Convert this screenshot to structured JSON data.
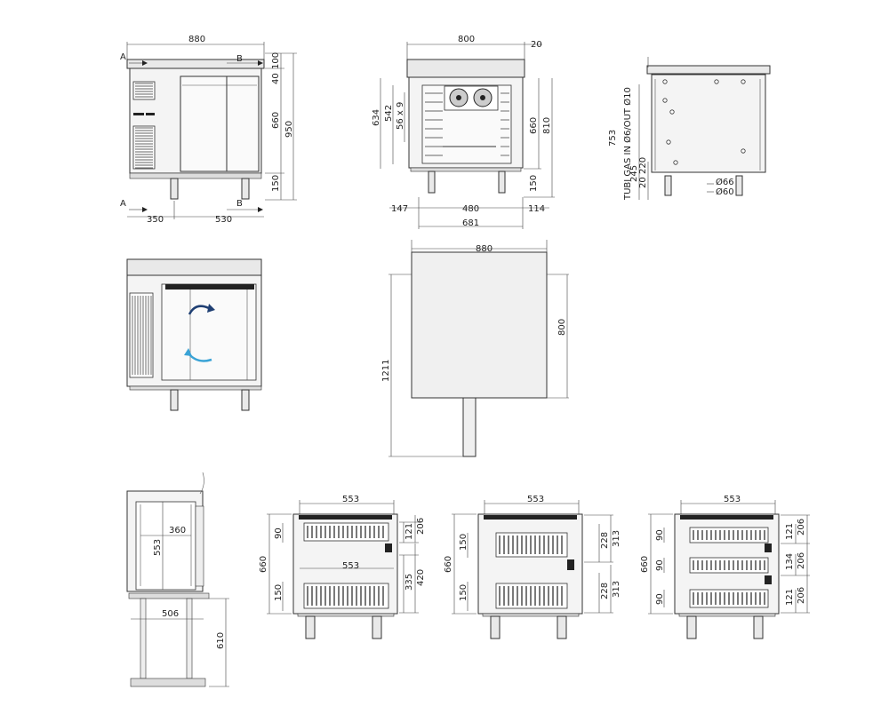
{
  "view_front": {
    "width": "880",
    "height_total": "950",
    "top": "100",
    "top2": "40",
    "body": "660",
    "legs": "150",
    "left": "350",
    "right": "530",
    "section_a": "A",
    "section_b": "B"
  },
  "view_side": {
    "depth": "800",
    "overhang": "20",
    "h1": "634",
    "h2": "542",
    "h3": "56 x 9",
    "h4": "660",
    "h5": "810",
    "h6": "150",
    "b1": "147",
    "b2": "480",
    "b3": "114",
    "b4": "681"
  },
  "view_back": {
    "pipe_label": "TUBI GAS IN Ø6/OUT Ø10",
    "h753": "753",
    "h245": "245",
    "h220": "220",
    "h20": "20",
    "d66": "Ø66",
    "d60": "Ø60"
  },
  "view_top": {
    "width": "880",
    "depth": "800",
    "length": "1211"
  },
  "view_section": {
    "w360": "360",
    "h553": "553",
    "w506": "506",
    "h610": "610"
  },
  "view_drawers_1": {
    "width": "553",
    "mid": "553",
    "total": "660",
    "d90": "90",
    "d150": "150",
    "d121": "121",
    "d206": "206",
    "d335": "335",
    "d420": "420"
  },
  "view_drawers_2": {
    "width": "553",
    "total": "660",
    "d150a": "150",
    "d150b": "150",
    "d228a": "228",
    "d313a": "313",
    "d228b": "228",
    "d313b": "313"
  },
  "view_drawers_3": {
    "width": "553",
    "total": "660",
    "d90a": "90",
    "d90b": "90",
    "d90c": "90",
    "d121a": "121",
    "d206a": "206",
    "d134": "134",
    "d206b": "206",
    "d121b": "121",
    "d206c": "206"
  },
  "colors": {
    "arrow_dark": "#1f3f73",
    "arrow_light": "#3aa3d6"
  }
}
